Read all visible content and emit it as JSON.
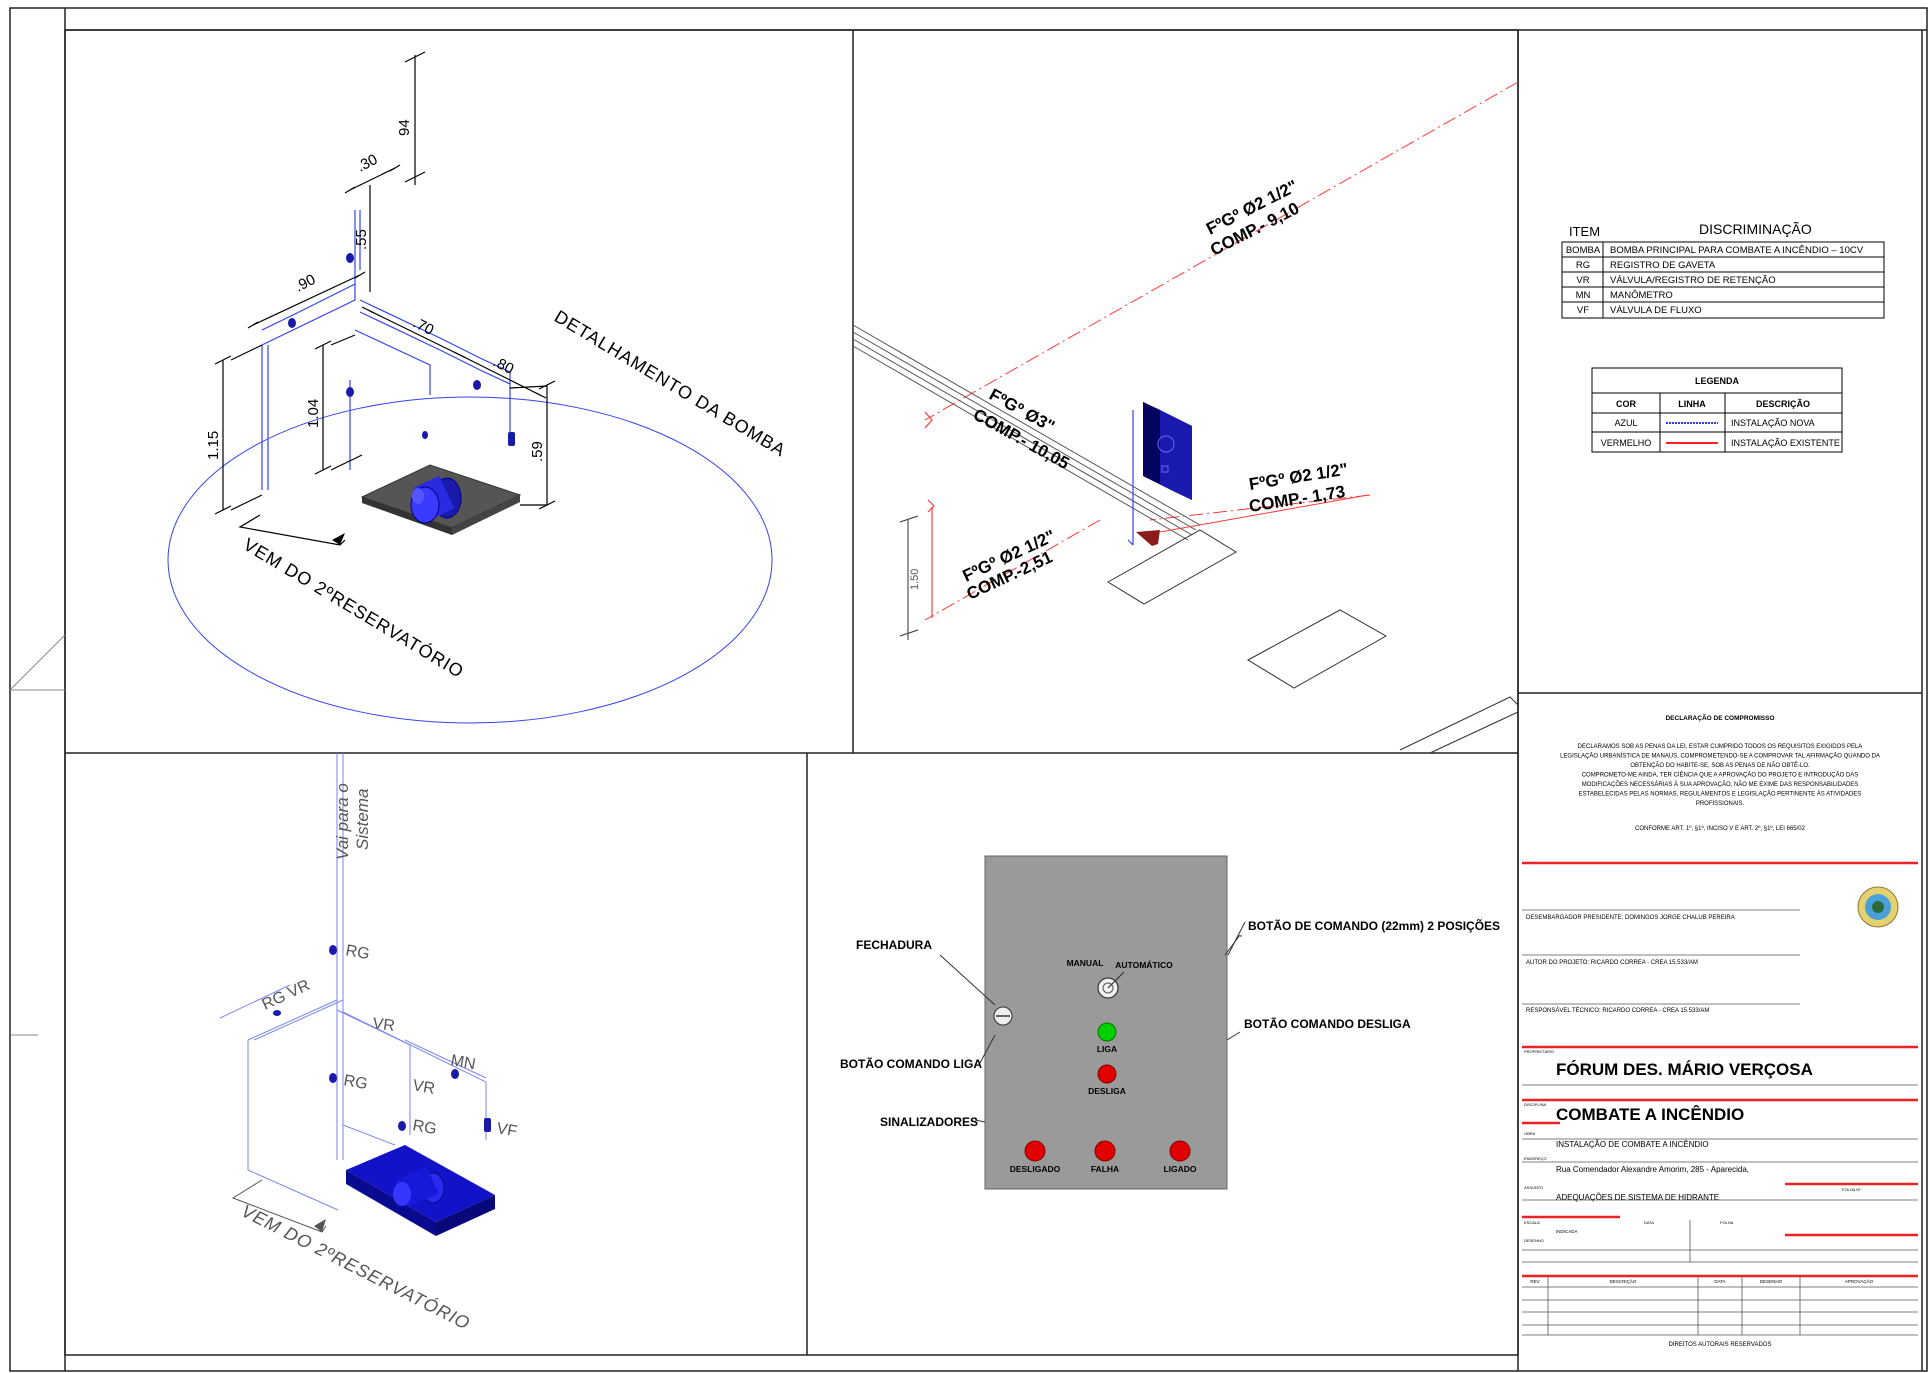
{
  "detail_pump": {
    "title": "DETALHAMENTO DA BOMBA",
    "origin": "VEM DO 2ºRESERVATÓRIO",
    "dims": {
      "d94": "94",
      "d30": ".30",
      "d55": ".55",
      "d90": ".90",
      "d70": ".70",
      "d80": ".80",
      "d104": "1.04",
      "d115": "1.15",
      "d59": ".59"
    }
  },
  "piping": {
    "label_top_1": "FºGº Ø2 1/2\"",
    "label_top_2": "COMP.- 9,10",
    "label_mid_1": "FºGº Ø3\"",
    "label_mid_2": "COMP.- 10,05",
    "label_right_1": "FºGº Ø2 1/2\"",
    "label_right_2": "COMP.- 1,73",
    "label_low_1": "FºGº Ø2 1/2\"",
    "label_low_2": "COMP.-2,51",
    "dim_vertical": "1.50"
  },
  "schematic": {
    "goes_to_1": "Vai para o",
    "goes_to_2": "Sistema",
    "origin": "VEM DO 2ºRESERVATÓRIO",
    "labels": {
      "rg": "RG",
      "vr": "VR",
      "mn": "MN",
      "vf": "VF",
      "rg_vr": "RG VR"
    }
  },
  "panel": {
    "lock": "FECHADURA",
    "switch_2pos": "BOTÃO DE COMANDO (22mm) 2 POSIÇÕES",
    "btn_off": "BOTÃO COMANDO DESLIGA",
    "btn_on": "BOTÃO COMANDO LIGA",
    "signals": "SINALIZADORES",
    "manual": "MANUAL",
    "auto": "AUTOMÁTICO",
    "liga": "LIGA",
    "desliga": "DESLIGA",
    "lamp_off": "DESLIGADO",
    "lamp_fail": "FALHA",
    "lamp_on": "LIGADO",
    "colors": {
      "panel": "#9a9a9a",
      "green": "#00d000",
      "red": "#e00000"
    }
  },
  "items_table": {
    "col_item": "ITEM",
    "col_desc": "DISCRIMINAÇÃO",
    "rows": [
      {
        "item": "BOMBA",
        "desc": "BOMBA PRINCIPAL PARA COMBATE A INCÊNDIO – 10CV"
      },
      {
        "item": "RG",
        "desc": "REGISTRO DE GAVETA"
      },
      {
        "item": "VR",
        "desc": "VÁLVULA/REGISTRO DE RETENÇÃO"
      },
      {
        "item": "MN",
        "desc": "MANÔMETRO"
      },
      {
        "item": "VF",
        "desc": "VÁLVULA DE FLUXO"
      }
    ]
  },
  "legend": {
    "title": "LEGENDA",
    "col_color": "COR",
    "col_line": "LINHA",
    "col_desc": "DESCRIÇÃO",
    "rows": [
      {
        "color": "AZUL",
        "desc": "INSTALAÇÃO NOVA",
        "line_color": "#2a3aff"
      },
      {
        "color": "VERMELHO",
        "desc": "INSTALAÇÃO EXISTENTE",
        "line_color": "#ff2020"
      }
    ]
  },
  "title_block": {
    "decl_title": "DECLARAÇÃO DE COMPROMISSO",
    "decl_lines": [
      "DECLARAMOS SOB AS PENAS DA LEI, ESTAR CUMPRIDO TODOS OS REQUISITOS EXIGIDOS PELA",
      "LEGISLAÇÃO URBANÍSTICA DE MANAUS, COMPROMETENDO-SE A COMPROVAR TAL AFIRMAÇÃO QUANDO DA",
      "OBTENÇÃO DO HABITE-SE, SOB AS PENAS DE NÃO OBTÊ-LO.",
      "COMPROMETO-ME AINDA, TER CIÊNCIA QUE A APROVAÇÃO DO PROJETO E INTRODUÇÃO DAS",
      "MODIFICAÇÕES NECESSÁRIAS À SUA APROVAÇÃO, NÃO ME EXIME DAS RESPONSABILIDADES",
      "ESTABELECIDAS PELAS NORMAS, REGULAMENTOS E LEGISLAÇÃO PERTINENTE ÀS ATIVIDADES",
      "PROFISSIONAIS."
    ],
    "decl_ref": "CONFORME ART. 1º, §1º, INCISO V E ART. 2º, §1º, LEI 665/02",
    "president": "DESEMBARGADOR PRESIDENTE: DOMINGOS JORGE CHALUB PEREIRA",
    "author": "AUTOR DO PROJETO: RICARDO CORREA - CREA 15.533/AM",
    "tech": "RESPONSÁVEL TÉCNICO: RICARDO CORREA - CREA 15.533/AM",
    "label_project": "PROPRIETÁRIO",
    "project": "FÓRUM DES. MÁRIO VERÇOSA",
    "label_discipline": "DISCIPLINA",
    "discipline": "COMBATE A INCÊNDIO",
    "label_work": "OBRA",
    "work": "INSTALAÇÃO DE COMBATE A INCÊNDIO",
    "label_address": "ENDEREÇO",
    "address": "Rua Comendador Alexandre Amorim, 285 - Aparecida,",
    "label_subject": "ASSUNTO",
    "subject": "ADEQUAÇÕES DE SISTEMA DE HIDRANTE",
    "label_sheet": "FOLHA Nº",
    "label_scale": "ESCALA",
    "scale": "INDICADA",
    "label_date": "DATA",
    "label_drawing": "DESENHO",
    "label_sheets": "FOLHA",
    "rev_headers": [
      "REV",
      "DESCRIÇÃO",
      "DATA",
      "DESENHO",
      "APROVAÇÃO"
    ],
    "rights": "DIREITOS AUTORAIS RESERVADOS"
  }
}
